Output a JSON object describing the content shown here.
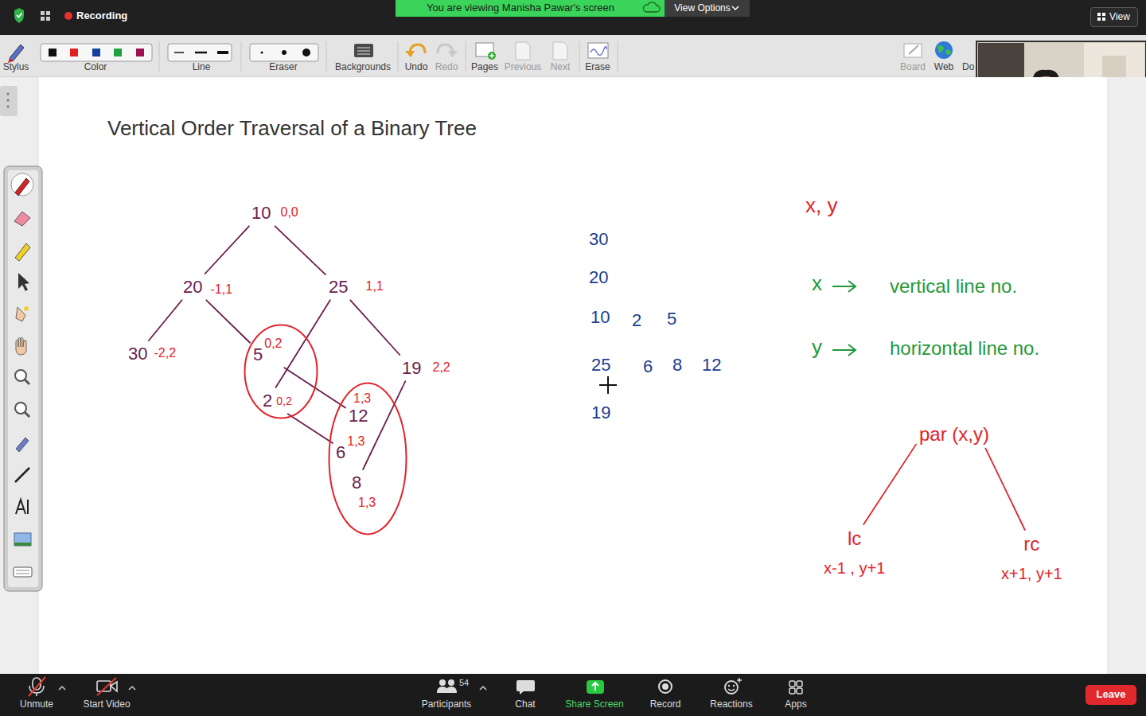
{
  "diagram": {
    "title": "Vertical Order Traversal of a Binary Tree",
    "nodes": [
      {
        "text": [
          "You are viewing Manisha Pawar's screen"
        ]
      },
      {
        "text": [
          "View Options"
        ]
      },
      {
        "text": [
          "View"
        ]
      },
      {
        "text": [
          "10",
          "0,0"
        ]
      },
      {
        "text": [
          "20",
          "-1,1"
        ]
      },
      {
        "text": [
          "25",
          "1,1"
        ]
      },
      {
        "text": [
          "30",
          "-2,2"
        ]
      },
      {
        "text": []
      },
      {
        "text": [
          "5",
          "0,2"
        ],
        "in": 7
      },
      {
        "text": [
          "2",
          "0,2"
        ],
        "in": 7
      },
      {
        "text": [
          "19",
          "2,2"
        ]
      },
      {
        "text": []
      },
      {
        "text": [
          "12",
          "1,3"
        ],
        "in": 11
      },
      {
        "text": [
          "6",
          "1,3"
        ],
        "in": 11
      },
      {
        "text": [
          "8",
          "1,3"
        ],
        "in": 11
      },
      {
        "text": [
          "par (x,y)"
        ]
      },
      {
        "text": [
          "lc",
          "x-1 , y+1"
        ]
      },
      {
        "text": [
          "rc",
          "x+1, y+1"
        ]
      },
      {
        "text": [
          "Leave"
        ]
      }
    ],
    "edges": [
      {
        "from": 3,
        "to": 4,
        "arrow": "none"
      },
      {
        "from": 3,
        "to": 5,
        "arrow": "none"
      },
      {
        "from": 4,
        "to": 6,
        "arrow": "none"
      },
      {
        "from": 4,
        "to": 8,
        "arrow": "none"
      },
      {
        "from": 5,
        "to": 9,
        "arrow": "none"
      },
      {
        "from": 5,
        "to": 10,
        "arrow": "none"
      },
      {
        "from": 8,
        "to": 12,
        "arrow": "none"
      },
      {
        "from": 9,
        "to": 13,
        "arrow": "none"
      },
      {
        "from": 10,
        "to": 14,
        "arrow": "none"
      },
      {
        "from": 15,
        "to": 16,
        "arrow": "none"
      },
      {
        "from": 15,
        "to": 17,
        "arrow": "none"
      }
    ],
    "labels": [
      "Recording",
      "Stylus",
      "Color",
      "Line",
      "Eraser",
      "Backgrounds",
      "Undo",
      "Redo",
      "Pages",
      "Previous",
      "Next",
      "Erase",
      "Board",
      "Web",
      "Do",
      "Manisha Pawar",
      "30",
      "20",
      "10",
      "2",
      "5",
      "25",
      "6",
      "8",
      "12",
      "19",
      "x, y",
      "x",
      "vertical line no.",
      "y",
      "horizontal line no.",
      "Unmute",
      "Start Video",
      "54",
      "Participants",
      "Chat",
      "Share Screen",
      "Record",
      "Reactions",
      "Apps"
    ]
  }
}
